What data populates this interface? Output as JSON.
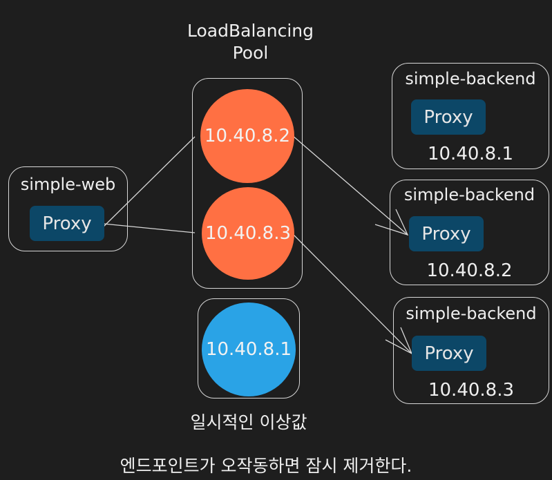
{
  "pool": {
    "title_line1": "LoadBalancing",
    "title_line2": "Pool"
  },
  "web": {
    "name": "simple-web",
    "proxy": "Proxy"
  },
  "pool_endpoints": [
    "10.40.8.2",
    "10.40.8.3"
  ],
  "ejected": {
    "ip": "10.40.8.1",
    "caption": "일시적인 이상값"
  },
  "backends": [
    {
      "name": "simple-backend",
      "proxy": "Proxy",
      "ip": "10.40.8.1"
    },
    {
      "name": "simple-backend",
      "proxy": "Proxy",
      "ip": "10.40.8.2"
    },
    {
      "name": "simple-backend",
      "proxy": "Proxy",
      "ip": "10.40.8.3"
    }
  ],
  "footer": "엔드포인트가 오작동하면 잠시 제거한다.",
  "colors": {
    "background": "#1e1e1e",
    "healthy": "#ff7043",
    "outlier": "#2aa3e6",
    "proxy": "#0c4767"
  }
}
